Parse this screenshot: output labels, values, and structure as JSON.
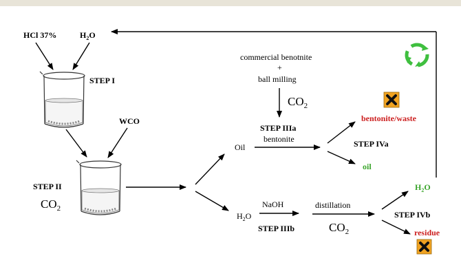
{
  "labels": {
    "hcl": "HCl 37%",
    "h2o_h": "H",
    "h2o_sub": "2",
    "h2o_o": "O",
    "step1": "STEP I",
    "wco": "WCO",
    "step2": "STEP II",
    "co2_c": "CO",
    "co2_sub": "2",
    "bentonite_src": "commercial benotnite",
    "plus": "+",
    "ball_milling": "ball milling",
    "step3a": "STEP IIIa",
    "oil_mid": "Oil",
    "bentonite": "bentonite",
    "step4a": "STEP IVa",
    "bentonite_waste": "bentonite/waste",
    "oil_out": "oil",
    "naoh": "NaOH",
    "step3b": "STEP IIIb",
    "distillation": "distillation",
    "step4b": "STEP IVb",
    "residue": "residue"
  },
  "colors": {
    "hazard_bg": "#f0a322",
    "recycle": "#3fbf3f",
    "waste_text": "#cc1f1f",
    "product_text": "#3aa52b",
    "top_bar": "#e8e4d8"
  },
  "icons": [
    "recycle-icon",
    "hazard-icon",
    "beaker-icon"
  ]
}
